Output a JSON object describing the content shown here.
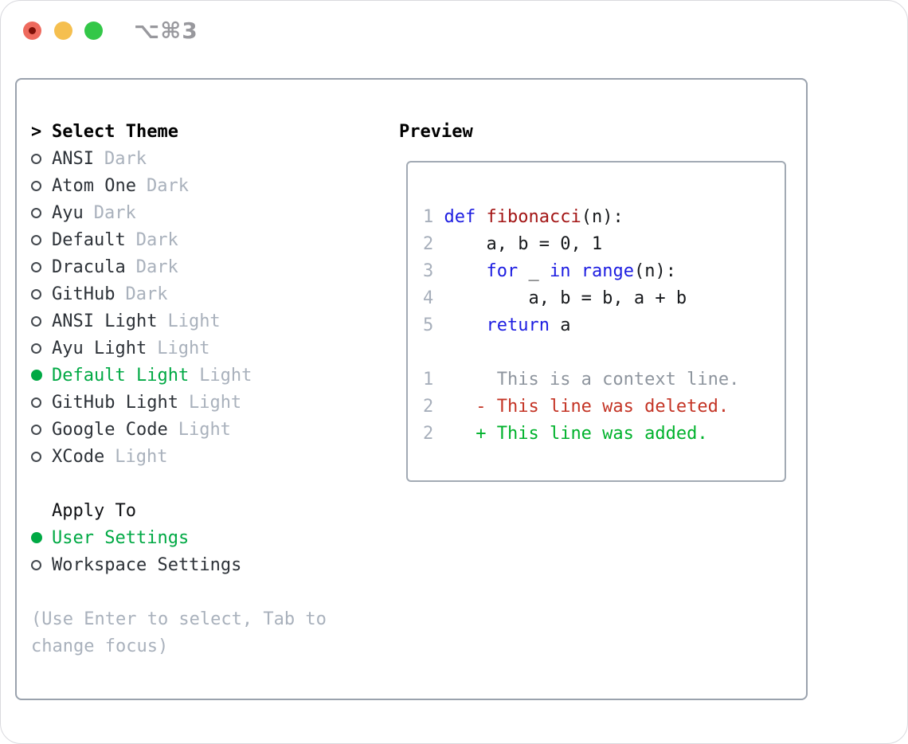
{
  "window": {
    "title": "⌥⌘3",
    "traffic_lights": [
      {
        "name": "close",
        "color": "#ee6a5e",
        "inner_dot_color": "#7e1008"
      },
      {
        "name": "minimize",
        "color": "#f5bf4f"
      },
      {
        "name": "zoom",
        "color": "#33c748"
      }
    ]
  },
  "theme_panel": {
    "header": {
      "cursor": ">",
      "label": "Select Theme"
    },
    "themes": [
      {
        "name": "ANSI",
        "tag": "Dark",
        "selected": false
      },
      {
        "name": "Atom One",
        "tag": "Dark",
        "selected": false
      },
      {
        "name": "Ayu",
        "tag": "Dark",
        "selected": false
      },
      {
        "name": "Default",
        "tag": "Dark",
        "selected": false
      },
      {
        "name": "Dracula",
        "tag": "Dark",
        "selected": false
      },
      {
        "name": "GitHub",
        "tag": "Dark",
        "selected": false
      },
      {
        "name": "ANSI Light",
        "tag": "Light",
        "selected": false
      },
      {
        "name": "Ayu Light",
        "tag": "Light",
        "selected": false
      },
      {
        "name": "Default Light",
        "tag": "Light",
        "selected": true
      },
      {
        "name": "GitHub Light",
        "tag": "Light",
        "selected": false
      },
      {
        "name": "Google Code",
        "tag": "Light",
        "selected": false
      },
      {
        "name": "XCode",
        "tag": "Light",
        "selected": false
      }
    ],
    "apply_to": {
      "label": "Apply To",
      "options": [
        {
          "label": "User Settings",
          "selected": true
        },
        {
          "label": "Workspace Settings",
          "selected": false
        }
      ]
    },
    "hint_line1": "(Use Enter to select, Tab to",
    "hint_line2": "change focus)"
  },
  "preview": {
    "label": "Preview",
    "lines": [
      {
        "num": "1 ",
        "tokens": [
          {
            "text": "def",
            "color": "#1d1de1"
          },
          {
            "text": " ",
            "color": "#17191c"
          },
          {
            "text": "fibonacci",
            "color": "#a31515"
          },
          {
            "text": "(n):",
            "color": "#17191c"
          }
        ]
      },
      {
        "num": "2 ",
        "tokens": [
          {
            "text": "    a, b = 0, 1",
            "color": "#17191c"
          }
        ]
      },
      {
        "num": "3 ",
        "tokens": [
          {
            "text": "    ",
            "color": "#17191c"
          },
          {
            "text": "for",
            "color": "#1d1de1"
          },
          {
            "text": " _ ",
            "color": "#17191c"
          },
          {
            "text": "in",
            "color": "#1d1de1"
          },
          {
            "text": " ",
            "color": "#17191c"
          },
          {
            "text": "range",
            "color": "#1d1de1"
          },
          {
            "text": "(n):",
            "color": "#17191c"
          }
        ]
      },
      {
        "num": "4 ",
        "tokens": [
          {
            "text": "        a, b = b, a + b",
            "color": "#17191c"
          }
        ]
      },
      {
        "num": "5 ",
        "tokens": [
          {
            "text": "    ",
            "color": "#17191c"
          },
          {
            "text": "return",
            "color": "#1d1de1"
          },
          {
            "text": " a",
            "color": "#17191c"
          }
        ]
      },
      {
        "num": "",
        "tokens": []
      },
      {
        "num": "1 ",
        "tokens": [
          {
            "text": "     This is a context line.",
            "color": "#8e959e"
          }
        ]
      },
      {
        "num": "2 ",
        "tokens": [
          {
            "text": "   - This line was deleted.",
            "color": "#c43425"
          }
        ]
      },
      {
        "num": "2 ",
        "tokens": [
          {
            "text": "   + This line was added.",
            "color": "#00b22c"
          }
        ]
      }
    ]
  },
  "palette": {
    "selection_green": "#00a944",
    "keyword_blue": "#1d1de1",
    "function_red": "#a31515",
    "context_gray": "#8e959e",
    "deleted_red": "#c43425",
    "added_green": "#00b22c",
    "line_number_gray": "#a7afbb",
    "muted_gray": "#a9b1bc",
    "panel_border_gray": "#9aa2ad",
    "title_gray": "#98989d"
  }
}
